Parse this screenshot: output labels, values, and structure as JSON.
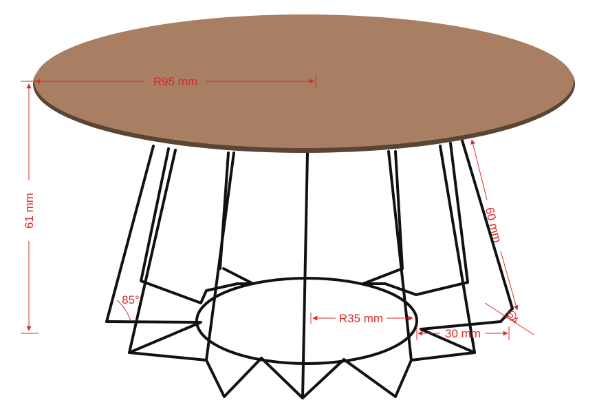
{
  "colors": {
    "tabletop": "#a87f63",
    "tabletop_edge": "#5a4535",
    "frame": "#111111",
    "dimension": "#d92b2b",
    "background": "#ffffff"
  },
  "dimensions": {
    "top_radius": "R95 mm",
    "height": "61 mm",
    "leg_length": "60 mm",
    "base_radius": "R35 mm",
    "foot_length": "30 mm",
    "angle": "85°",
    "foot_radius": "R4"
  }
}
